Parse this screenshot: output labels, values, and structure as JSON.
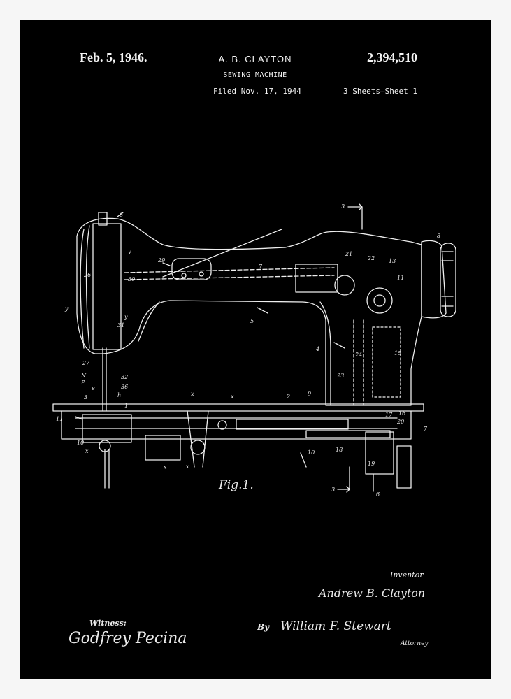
{
  "header": {
    "date": "Feb. 5, 1946.",
    "inventor": "A. B. CLAYTON",
    "patent_number": "2,394,510",
    "subject": "SEWING MACHINE",
    "filed": "Filed Nov. 17, 1944",
    "sheets": "3 Sheets–Sheet 1"
  },
  "figure": {
    "label": "Fig.1."
  },
  "labels": [
    "6",
    "3",
    "8",
    "29",
    "30",
    "26",
    "y",
    "y",
    "y",
    "31",
    "7",
    "21",
    "22",
    "13",
    "11",
    "5",
    "4",
    "24",
    "15",
    "23",
    "27",
    "N",
    "P",
    "32",
    "36",
    "e",
    "3",
    "h",
    "1",
    "x",
    "x",
    "2",
    "9",
    "17",
    "16",
    "20",
    "7",
    "11",
    "10",
    "x",
    "x",
    "x",
    "10",
    "18",
    "19",
    "3",
    "6"
  ],
  "signatures": {
    "inventor_role": "Inventor",
    "inventor_name": "Andrew B. Clayton",
    "witness_label": "Witness:",
    "witness_name": "Godfrey Pecina",
    "by_label": "By",
    "attorney_name": "William F. Stewart",
    "attorney_role": "Attorney"
  },
  "colors": {
    "background": "#000000",
    "ink": "#f2f2f2",
    "frame": "#ffffff"
  }
}
